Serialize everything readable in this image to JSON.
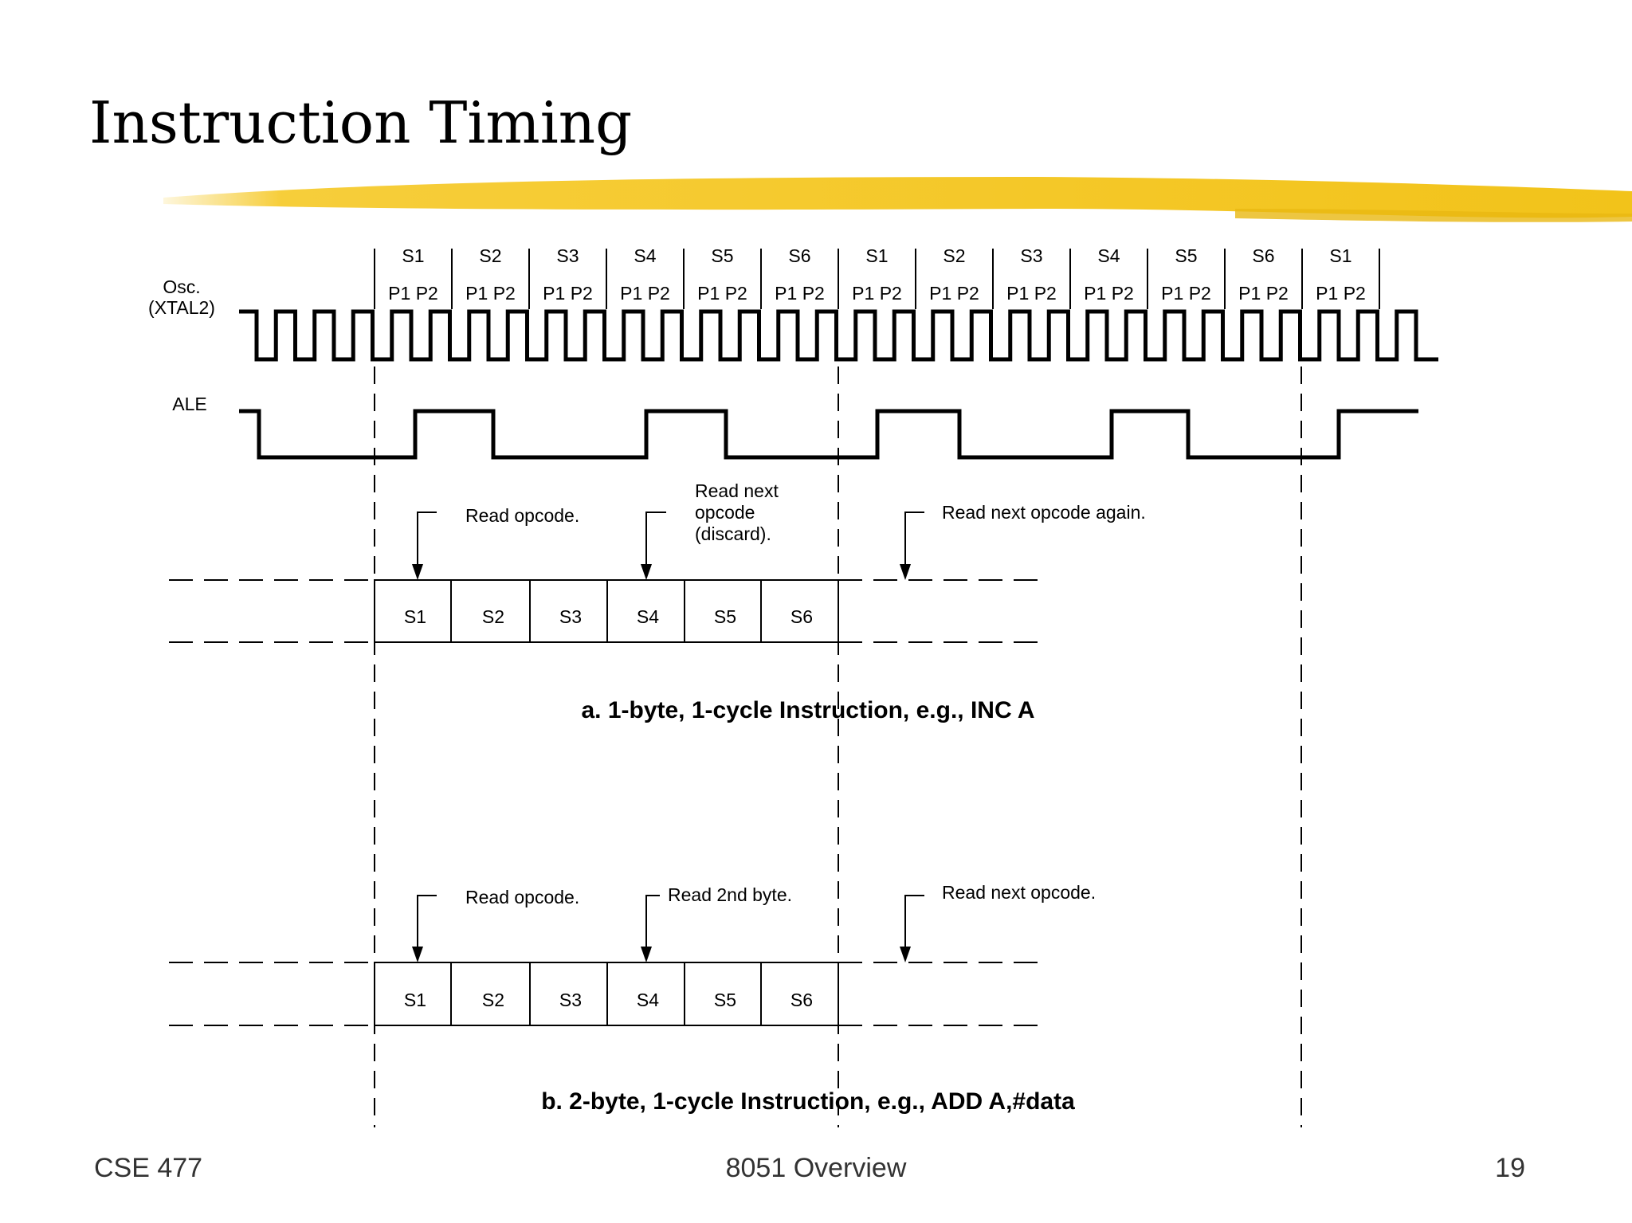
{
  "slide": {
    "title": "Instruction Timing",
    "accent_color": "#f5c518"
  },
  "footer": {
    "left": "CSE 477",
    "center": "8051 Overview",
    "right": "19"
  },
  "timing": {
    "state_labels": [
      "S1",
      "S2",
      "S3",
      "S4",
      "S5",
      "S6",
      "S1",
      "S2",
      "S3",
      "S4",
      "S5",
      "S6",
      "S1"
    ],
    "phase_label": "P1 P2",
    "osc_label_line1": "Osc.",
    "osc_label_line2": "(XTAL2)",
    "ale_label": "ALE",
    "cycle_a": {
      "annot_read_opcode": "Read opcode.",
      "annot_read_next_l1": "Read next",
      "annot_read_next_l2": "opcode",
      "annot_read_next_l3": "(discard).",
      "annot_again": "Read next opcode again.",
      "states": [
        "S1",
        "S2",
        "S3",
        "S4",
        "S5",
        "S6"
      ],
      "caption": "a. 1-byte, 1-cycle Instruction, e.g., INC A"
    },
    "cycle_b": {
      "annot_read_opcode": "Read opcode.",
      "annot_2nd_byte": "Read 2nd byte.",
      "annot_next": "Read next opcode.",
      "states": [
        "S1",
        "S2",
        "S3",
        "S4",
        "S5",
        "S6"
      ],
      "caption": "b. 2-byte, 1-cycle Instruction, e.g., ADD A,#data"
    }
  }
}
